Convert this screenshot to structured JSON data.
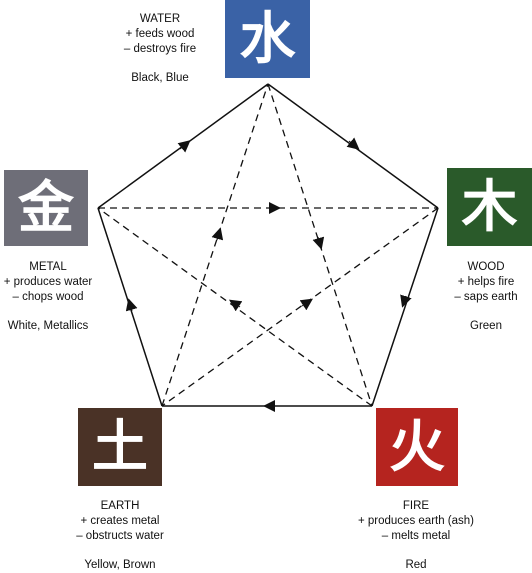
{
  "colors": {
    "water": "#3a62a6",
    "wood": "#2a5a2a",
    "fire": "#b5241f",
    "earth": "#4a3226",
    "metal": "#6e6e78",
    "line": "#111111"
  },
  "elements": {
    "water": {
      "glyph": "水",
      "name": "WATER",
      "line1": "+ feeds wood",
      "line2": "– destroys fire",
      "colors": "Black, Blue"
    },
    "wood": {
      "glyph": "木",
      "name": "WOOD",
      "line1": "+ helps fire",
      "line2": "– saps earth",
      "colors": "Green"
    },
    "fire": {
      "glyph": "火",
      "name": "FIRE",
      "line1": "+ produces earth (ash)",
      "line2": "– melts metal",
      "colors": "Red"
    },
    "earth": {
      "glyph": "土",
      "name": "EARTH",
      "line1": "+ creates metal",
      "line2": "– obstructs water",
      "colors": "Yellow, Brown"
    },
    "metal": {
      "glyph": "金",
      "name": "METAL",
      "line1": "+ produces water",
      "line2": "– chops wood",
      "colors": "White, Metallics"
    }
  }
}
